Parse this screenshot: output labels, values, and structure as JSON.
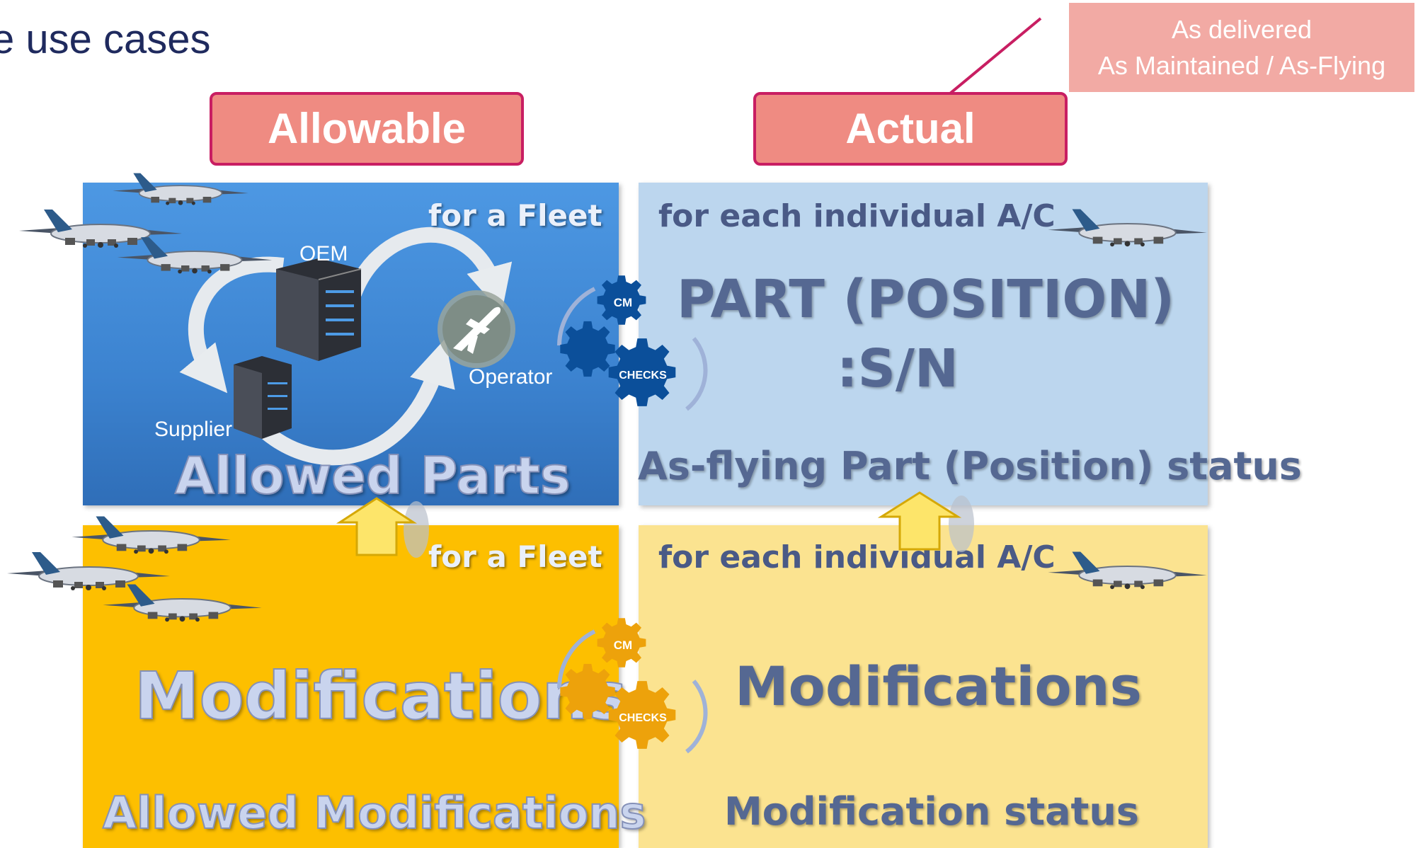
{
  "title": "e use cases",
  "note": {
    "line1": "As delivered",
    "line2": "As Maintained / As-Flying"
  },
  "headers": {
    "allowable": "Allowable",
    "actual": "Actual"
  },
  "top_left": {
    "fleet_label": "for a Fleet",
    "oem": "OEM",
    "supplier": "Supplier",
    "operator": "Operator",
    "main": "Allowed Parts"
  },
  "top_right": {
    "individual_label": "for each individual A/C",
    "main_line1": "PART (POSITION)",
    "main_line2": ":S/N",
    "status": "As-flying Part (Position) status"
  },
  "bottom_left": {
    "fleet_label": "for a Fleet",
    "main": "Modifications",
    "sub": "Allowed Modifications"
  },
  "bottom_right": {
    "individual_label": "for each individual A/C",
    "main": "Modifications",
    "status": "Modification status"
  },
  "gears": {
    "cm": "CM",
    "checks": "CHECKS"
  },
  "colors": {
    "header_fill": "#ef8b82",
    "header_border": "#c81e62",
    "panel_blue": "#3c83d0",
    "panel_light_blue": "#bcd6ee",
    "panel_orange": "#fdbf00",
    "panel_light_yellow": "#fbe390",
    "gear_blue": "#0b4f9a",
    "gear_orange": "#eda20b"
  }
}
